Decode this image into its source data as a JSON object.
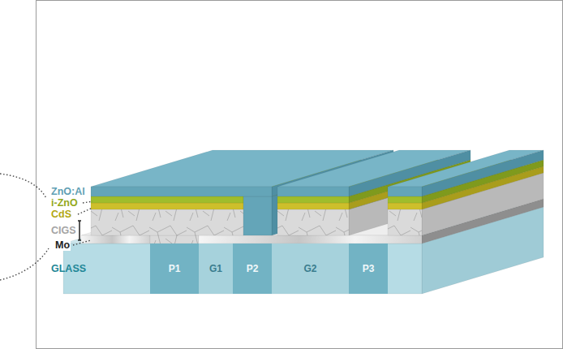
{
  "diagram": {
    "nodes": [
      {
        "text": [
          "P1"
        ]
      },
      {
        "text": [
          "G1"
        ]
      },
      {
        "text": [
          "P2"
        ]
      },
      {
        "text": [
          "G2"
        ]
      },
      {
        "text": [
          "P3"
        ]
      }
    ],
    "labels": [
      "ZnO:Al",
      "i-ZnO",
      "CdS",
      "CIGS",
      "Mo",
      "GLASS"
    ]
  }
}
